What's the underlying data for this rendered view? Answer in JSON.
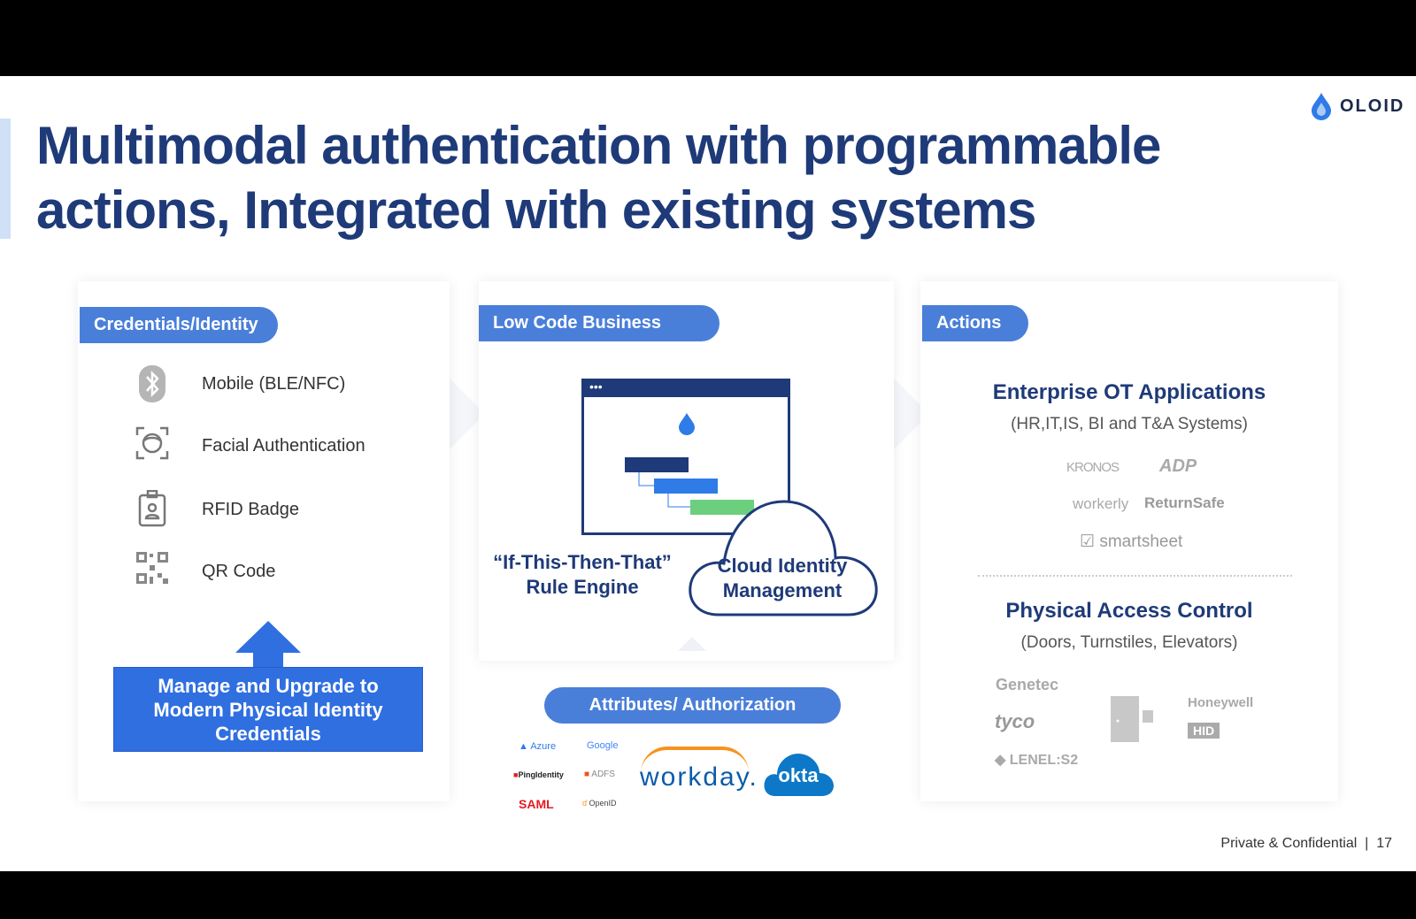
{
  "brand": {
    "name": "OLOID",
    "accent": "#2f7be8",
    "title_color": "#1e3a78"
  },
  "title": {
    "line1": "Multimodal authentication with programmable",
    "line2": "actions, Integrated with existing systems"
  },
  "credentials": {
    "header": "Credentials/Identity",
    "items": [
      {
        "icon": "bluetooth-icon",
        "label": "Mobile (BLE/NFC)"
      },
      {
        "icon": "face-scan-icon",
        "label": "Facial Authentication"
      },
      {
        "icon": "badge-icon",
        "label": "RFID Badge"
      },
      {
        "icon": "qr-code-icon",
        "label": "QR Code"
      }
    ],
    "callout": "Manage and Upgrade to Modern Physical Identity Credentials"
  },
  "logic": {
    "header": "Low Code Business Logic",
    "rule_engine": "“If-This-Then-That” Rule Engine",
    "cloud": "Cloud Identity Management",
    "auth_header": "Attributes/ Authorization",
    "auth_logos": [
      "Azure",
      "Google",
      "PingIdentity",
      "ADFS",
      "SAML",
      "OpenID",
      "workday.",
      "okta"
    ]
  },
  "actions": {
    "header": "Actions",
    "enterprise": {
      "title": "Enterprise OT Applications",
      "subtitle": "(HR,IT,IS, BI and T&A Systems)",
      "logos": [
        "KRONOS",
        "ADP",
        "workerly",
        "ReturnSafe",
        "smartsheet"
      ]
    },
    "physical": {
      "title": "Physical Access Control",
      "subtitle": "(Doors, Turnstiles, Elevators)",
      "logos": [
        "Genetec",
        "tyco",
        "LENEL:S2",
        "Honeywell",
        "HID"
      ]
    }
  },
  "footer": {
    "text": "Private & Confidential",
    "page": "17"
  }
}
